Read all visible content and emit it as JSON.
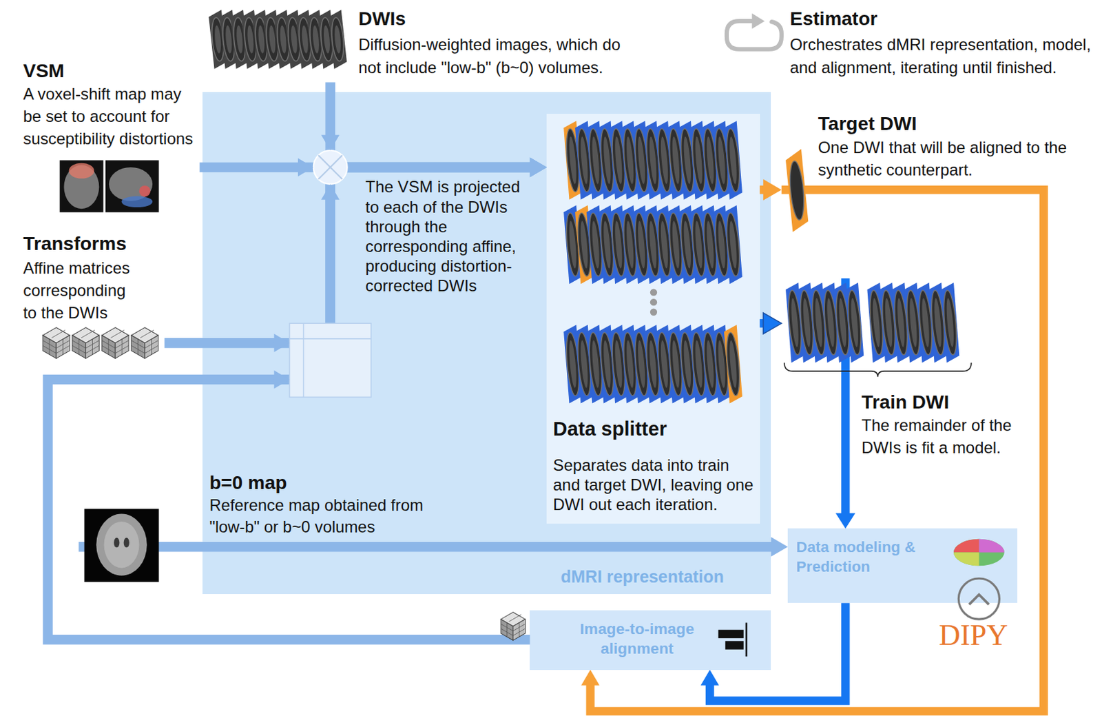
{
  "diagram": {
    "nodes": [
      {
        "text": [
          "DWIs",
          "Diffusion-weighted images, which do not include \"low-b\" (b~0) volumes."
        ]
      },
      {
        "text": [
          "VSM",
          "A voxel-shift map may be set to account for susceptibility distortions"
        ]
      },
      {
        "text": [
          "dMRI representation"
        ]
      },
      {
        "text": [
          "Data splitter",
          "Separates data into train and target DWI, leaving one DWI out each iteration."
        ],
        "in": 2
      },
      {
        "text": [
          "Target DWI",
          "One DWI that will be aligned to the synthetic counterpart."
        ]
      },
      {
        "text": [
          "Transforms",
          "Affine matrices corresponding to the DWIs"
        ]
      },
      {
        "text": [
          "Train DWI",
          "The remainder of the DWIs is fit a model."
        ]
      },
      {
        "text": [
          "b=0 map",
          "Reference map obtained from \"low-b\" or b~0 volumes"
        ]
      },
      {
        "text": [
          "Data modeling & Prediction"
        ]
      },
      {
        "text": [
          "Image-to-image alignment"
        ]
      }
    ],
    "edges": [
      {
        "from": 0,
        "to": 3,
        "arrow": "to"
      },
      {
        "from": 1,
        "to": 3,
        "arrow": "to"
      },
      {
        "from": 5,
        "to": 3,
        "arrow": "to"
      },
      {
        "from": 9,
        "to": 3,
        "arrow": "to"
      },
      {
        "from": 3,
        "to": 4,
        "arrow": "to"
      },
      {
        "from": 3,
        "to": 6,
        "arrow": "to"
      },
      {
        "from": 6,
        "to": 8,
        "arrow": "to"
      },
      {
        "from": 7,
        "to": 8,
        "arrow": "to"
      },
      {
        "from": 8,
        "to": 9,
        "arrow": "to"
      },
      {
        "from": 4,
        "to": 9,
        "arrow": "to"
      }
    ],
    "labels": [
      "Estimator",
      "Orchestrates dMRI representation, model, and alignment, iterating until finished.",
      "The VSM is projected to each of the DWIs through the corresponding affine, producing distortion-corrected DWIs",
      "DIPY"
    ]
  }
}
